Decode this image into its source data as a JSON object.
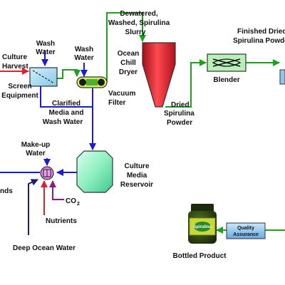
{
  "labels": {
    "culture_harvest": [
      "Culture",
      "Harvest"
    ],
    "wash_water_1": [
      "Wash",
      "Water"
    ],
    "wash_water_2": [
      "Wash",
      "Water"
    ],
    "screen_equipment": [
      "Screen",
      "Equipment"
    ],
    "vacuum_filter": [
      "Vacuum",
      "Filter"
    ],
    "slurry": [
      "Dewatered,",
      "Washed, Spirulina",
      "Slurry"
    ],
    "dryer": [
      "Ocean",
      "Chill",
      "Dryer"
    ],
    "dried": [
      "Dried",
      "Spirulina",
      "Powder"
    ],
    "finished": [
      "Finished Dried",
      "Spirulina Powder"
    ],
    "blender": "Blender",
    "clarified": [
      "Clarified",
      "Media and",
      "Wash Water"
    ],
    "makeup": [
      "Make-up",
      "Water"
    ],
    "reservoir": [
      "Culture",
      "Media",
      "Reservoir"
    ],
    "ponds_partial": "nds",
    "co2": "CO",
    "co2_sub": "2",
    "nutrients": "Nutrients",
    "deep_ocean": "Deep Ocean Water",
    "quality": [
      "Quality",
      "Assurance"
    ],
    "bottled": "Bottled Product",
    "bottle_label": "Spirulina"
  },
  "colors": {
    "red": "#e0202a",
    "blue": "#1a1ad8",
    "green": "#1aa21a",
    "purple": "#8a1a8a",
    "navy": "#1a1a7a",
    "dryer_red": "#e8202a",
    "blender_green": "#b8f0b8",
    "reservoir_green": "#7ae8b0",
    "qa_blue": "#8ec8f0"
  }
}
